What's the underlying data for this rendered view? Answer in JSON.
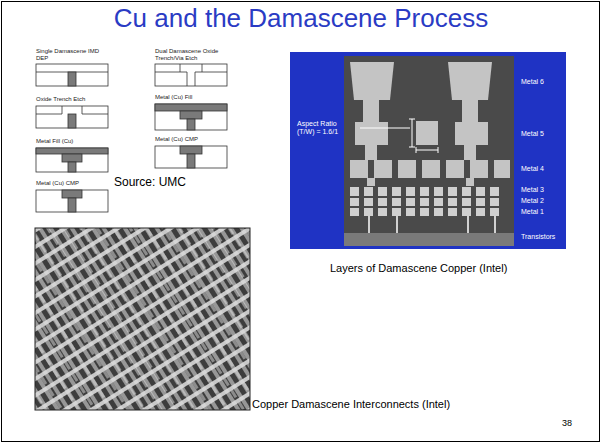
{
  "diagram": {
    "title": "Cu and the Damascene Process",
    "labels": [
      "Single Damascene IMD DEP",
      "Oxide Trench Etch",
      "Metal Fill (Cu)",
      "Metal (Cu) CMP",
      "Dual Damascene Oxide Trench/Via Etch",
      "Metal (Cu) Fill",
      "Metal (Cu) CMP",
      "Source: UMC",
      "Aspect Ratio (T/W) = 1.6/1",
      "Metal 6",
      "Metal 5",
      "Metal 4",
      "Metal 3",
      "Metal 2",
      "Metal 1",
      "Transistors",
      "Layers of Damascene Copper (Intel)",
      "Copper Damascene Interconnects (Intel)",
      "38"
    ]
  }
}
